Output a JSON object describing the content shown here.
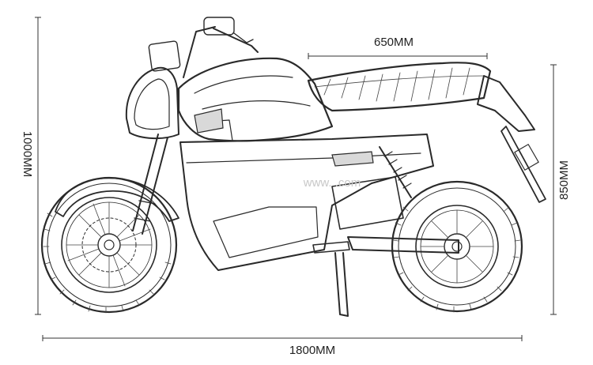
{
  "dimensions": {
    "seat_length": "650MM",
    "overall_height": "1000MM",
    "seat_height": "850MM",
    "overall_length": "1800MM"
  },
  "watermark": "www.          .com"
}
